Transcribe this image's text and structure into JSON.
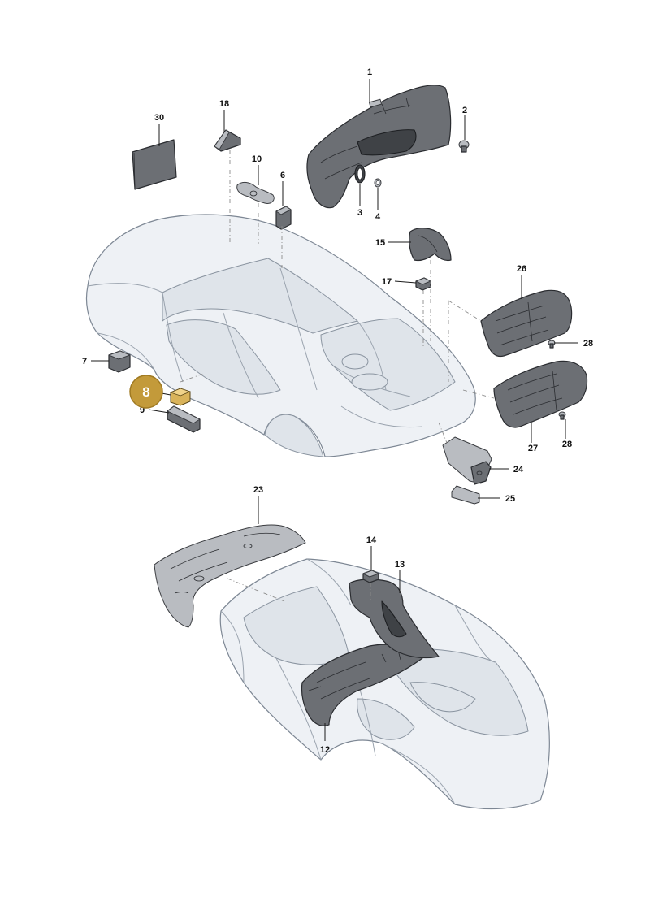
{
  "labels": {
    "p1": "1",
    "p2": "2",
    "p3": "3",
    "p4": "4",
    "p6": "6",
    "p7": "7",
    "p8": "8",
    "p9": "9",
    "p10": "10",
    "p12": "12",
    "p13": "13",
    "p14": "14",
    "p15": "15",
    "p17": "17",
    "p18": "18",
    "p23": "23",
    "p24": "24",
    "p25": "25",
    "p26": "26",
    "p27": "27",
    "p28a": "28",
    "p28b": "28",
    "p30": "30"
  },
  "highlight": {
    "part": "8",
    "color": "#c39a3a",
    "border": "#a07a22"
  },
  "colors": {
    "body": "#eef1f5",
    "part": "#6c6f74",
    "line": "#1b1b1b"
  }
}
